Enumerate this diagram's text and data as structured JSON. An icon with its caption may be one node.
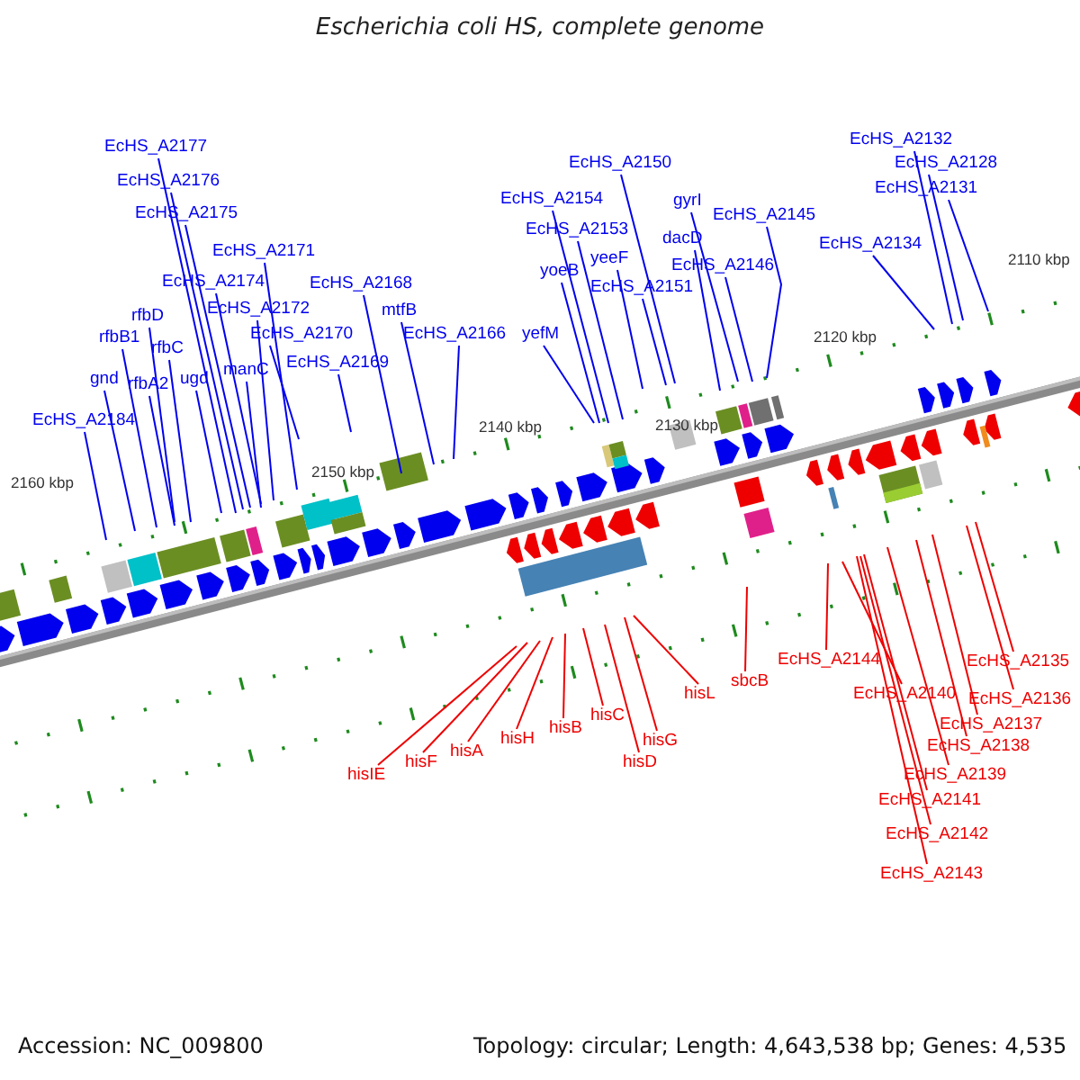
{
  "diagram": {
    "title": "Escherichia coli HS, complete genome",
    "nodes": [
      {
        "text": [
          "EcHS_A2132"
        ]
      },
      {
        "text": [
          "EcHS_A2177"
        ]
      },
      {
        "text": [
          "EcHS_A2150"
        ]
      },
      {
        "text": [
          "EcHS_A2128"
        ]
      },
      {
        "text": [
          "EcHS_A2176"
        ]
      },
      {
        "text": [
          "EcHS_A2131"
        ]
      },
      {
        "text": [
          "EcHS_A2154"
        ]
      },
      {
        "text": [
          "gyrI"
        ]
      },
      {
        "text": [
          "EcHS_A2175"
        ]
      },
      {
        "text": [
          "EcHS_A2145"
        ]
      },
      {
        "text": [
          "EcHS_A2153"
        ]
      },
      {
        "text": [
          "dacD"
        ]
      },
      {
        "text": [
          "EcHS_A2134"
        ]
      },
      {
        "text": [
          "EcHS_A2171"
        ]
      },
      {
        "text": [
          "yeeF"
        ]
      },
      {
        "text": [
          "EcHS_A2146"
        ]
      },
      {
        "text": [
          "yoeB"
        ]
      },
      {
        "text": [
          "EcHS_A2174"
        ]
      },
      {
        "text": [
          "EcHS_A2168"
        ]
      },
      {
        "text": [
          "EcHS_A2151"
        ]
      },
      {
        "text": [
          "EcHS_A2172"
        ]
      },
      {
        "text": [
          "mtfB"
        ]
      },
      {
        "text": [
          "rfbD"
        ]
      },
      {
        "text": [
          "EcHS_A2170"
        ]
      },
      {
        "text": [
          "EcHS_A2166"
        ]
      },
      {
        "text": [
          "yefM"
        ]
      },
      {
        "text": [
          "rfbB1"
        ]
      },
      {
        "text": [
          "rfbC"
        ]
      },
      {
        "text": [
          "EcHS_A2169"
        ]
      },
      {
        "text": [
          "manC"
        ]
      },
      {
        "text": [
          "gnd"
        ]
      },
      {
        "text": [
          "ugd"
        ]
      },
      {
        "text": [
          "rfbA2"
        ]
      },
      {
        "text": [
          "EcHS_A2184"
        ]
      },
      {
        "text": [
          "EcHS_A2144"
        ]
      },
      {
        "text": [
          "EcHS_A2135"
        ]
      },
      {
        "text": [
          "sbcB"
        ]
      },
      {
        "text": [
          "hisL"
        ]
      },
      {
        "text": [
          "EcHS_A2140"
        ]
      },
      {
        "text": [
          "EcHS_A2136"
        ]
      },
      {
        "text": [
          "hisC"
        ]
      },
      {
        "text": [
          "EcHS_A2137"
        ]
      },
      {
        "text": [
          "hisB"
        ]
      },
      {
        "text": [
          "hisH"
        ]
      },
      {
        "text": [
          "hisG"
        ]
      },
      {
        "text": [
          "EcHS_A2138"
        ]
      },
      {
        "text": [
          "hisA"
        ]
      },
      {
        "text": [
          "hisF"
        ]
      },
      {
        "text": [
          "hisD"
        ]
      },
      {
        "text": [
          "EcHS_A2139"
        ]
      },
      {
        "text": [
          "hisIE"
        ]
      },
      {
        "text": [
          "EcHS_A2141"
        ]
      },
      {
        "text": [
          "EcHS_A2142"
        ]
      },
      {
        "text": [
          "EcHS_A2143"
        ]
      }
    ],
    "edges": [
      {
        "from": 0,
        "to": null,
        "arrow": "none"
      },
      {
        "from": 1,
        "to": null,
        "arrow": "none"
      },
      {
        "from": 2,
        "to": null,
        "arrow": "none"
      },
      {
        "from": 3,
        "to": null,
        "arrow": "none"
      },
      {
        "from": 4,
        "to": null,
        "arrow": "none"
      },
      {
        "from": 5,
        "to": null,
        "arrow": "none"
      },
      {
        "from": 6,
        "to": null,
        "arrow": "none"
      },
      {
        "from": 7,
        "to": null,
        "arrow": "none"
      },
      {
        "from": 8,
        "to": null,
        "arrow": "none"
      },
      {
        "from": 9,
        "to": null,
        "arrow": "none"
      },
      {
        "from": 10,
        "to": null,
        "arrow": "none"
      },
      {
        "from": 11,
        "to": null,
        "arrow": "none"
      },
      {
        "from": 12,
        "to": null,
        "arrow": "none"
      },
      {
        "from": 13,
        "to": null,
        "arrow": "none"
      },
      {
        "from": 14,
        "to": null,
        "arrow": "none"
      },
      {
        "from": 15,
        "to": null,
        "arrow": "none"
      },
      {
        "from": 16,
        "to": null,
        "arrow": "none"
      },
      {
        "from": 17,
        "to": null,
        "arrow": "none"
      },
      {
        "from": 18,
        "to": null,
        "arrow": "none"
      },
      {
        "from": 19,
        "to": null,
        "arrow": "none"
      },
      {
        "from": 20,
        "to": null,
        "arrow": "none"
      },
      {
        "from": 21,
        "to": null,
        "arrow": "none"
      },
      {
        "from": 22,
        "to": null,
        "arrow": "none"
      },
      {
        "from": 23,
        "to": null,
        "arrow": "none"
      },
      {
        "from": 24,
        "to": null,
        "arrow": "none"
      },
      {
        "from": 25,
        "to": null,
        "arrow": "none"
      },
      {
        "from": 26,
        "to": null,
        "arrow": "none"
      },
      {
        "from": 27,
        "to": null,
        "arrow": "none"
      },
      {
        "from": 28,
        "to": null,
        "arrow": "none"
      },
      {
        "from": 29,
        "to": null,
        "arrow": "none"
      },
      {
        "from": 30,
        "to": null,
        "arrow": "none"
      },
      {
        "from": 31,
        "to": null,
        "arrow": "none"
      },
      {
        "from": 32,
        "to": null,
        "arrow": "none"
      },
      {
        "from": 33,
        "to": null,
        "arrow": "none"
      },
      {
        "from": 34,
        "to": null,
        "arrow": "none",
        "color": "#ee0000"
      },
      {
        "from": 35,
        "to": null,
        "arrow": "none",
        "color": "#ee0000"
      },
      {
        "from": 36,
        "to": null,
        "arrow": "none",
        "color": "#ee0000"
      },
      {
        "from": 37,
        "to": null,
        "arrow": "none",
        "color": "#ee0000"
      },
      {
        "from": 38,
        "to": null,
        "arrow": "none",
        "color": "#ee0000"
      },
      {
        "from": 39,
        "to": null,
        "arrow": "none",
        "color": "#ee0000"
      },
      {
        "from": 40,
        "to": null,
        "arrow": "none",
        "color": "#ee0000"
      },
      {
        "from": 41,
        "to": null,
        "arrow": "none",
        "color": "#ee0000"
      },
      {
        "from": 42,
        "to": null,
        "arrow": "none",
        "color": "#ee0000"
      },
      {
        "from": 43,
        "to": null,
        "arrow": "none",
        "color": "#ee0000"
      },
      {
        "from": 44,
        "to": null,
        "arrow": "none",
        "color": "#ee0000"
      },
      {
        "from": 45,
        "to": null,
        "arrow": "none",
        "color": "#ee0000"
      },
      {
        "from": 46,
        "to": null,
        "arrow": "none",
        "color": "#ee0000"
      },
      {
        "from": 47,
        "to": null,
        "arrow": "none",
        "color": "#ee0000"
      },
      {
        "from": 48,
        "to": null,
        "arrow": "none",
        "color": "#ee0000"
      },
      {
        "from": 49,
        "to": null,
        "arrow": "none",
        "color": "#ee0000"
      },
      {
        "from": 50,
        "to": null,
        "arrow": "none",
        "color": "#ee0000"
      },
      {
        "from": 51,
        "to": null,
        "arrow": "none",
        "color": "#ee0000"
      },
      {
        "from": 52,
        "to": null,
        "arrow": "none",
        "color": "#ee0000"
      },
      {
        "from": 53,
        "to": null,
        "arrow": "none",
        "color": "#ee0000"
      }
    ],
    "labels": [
      "2110 kbp",
      "2120 kbp",
      "2130 kbp",
      "2140 kbp",
      "2150 kbp",
      "2160 kbp",
      "Accession: NC_009800",
      "Topology: circular; Length: 4,643,538 bp; Genes: 4,535"
    ]
  }
}
